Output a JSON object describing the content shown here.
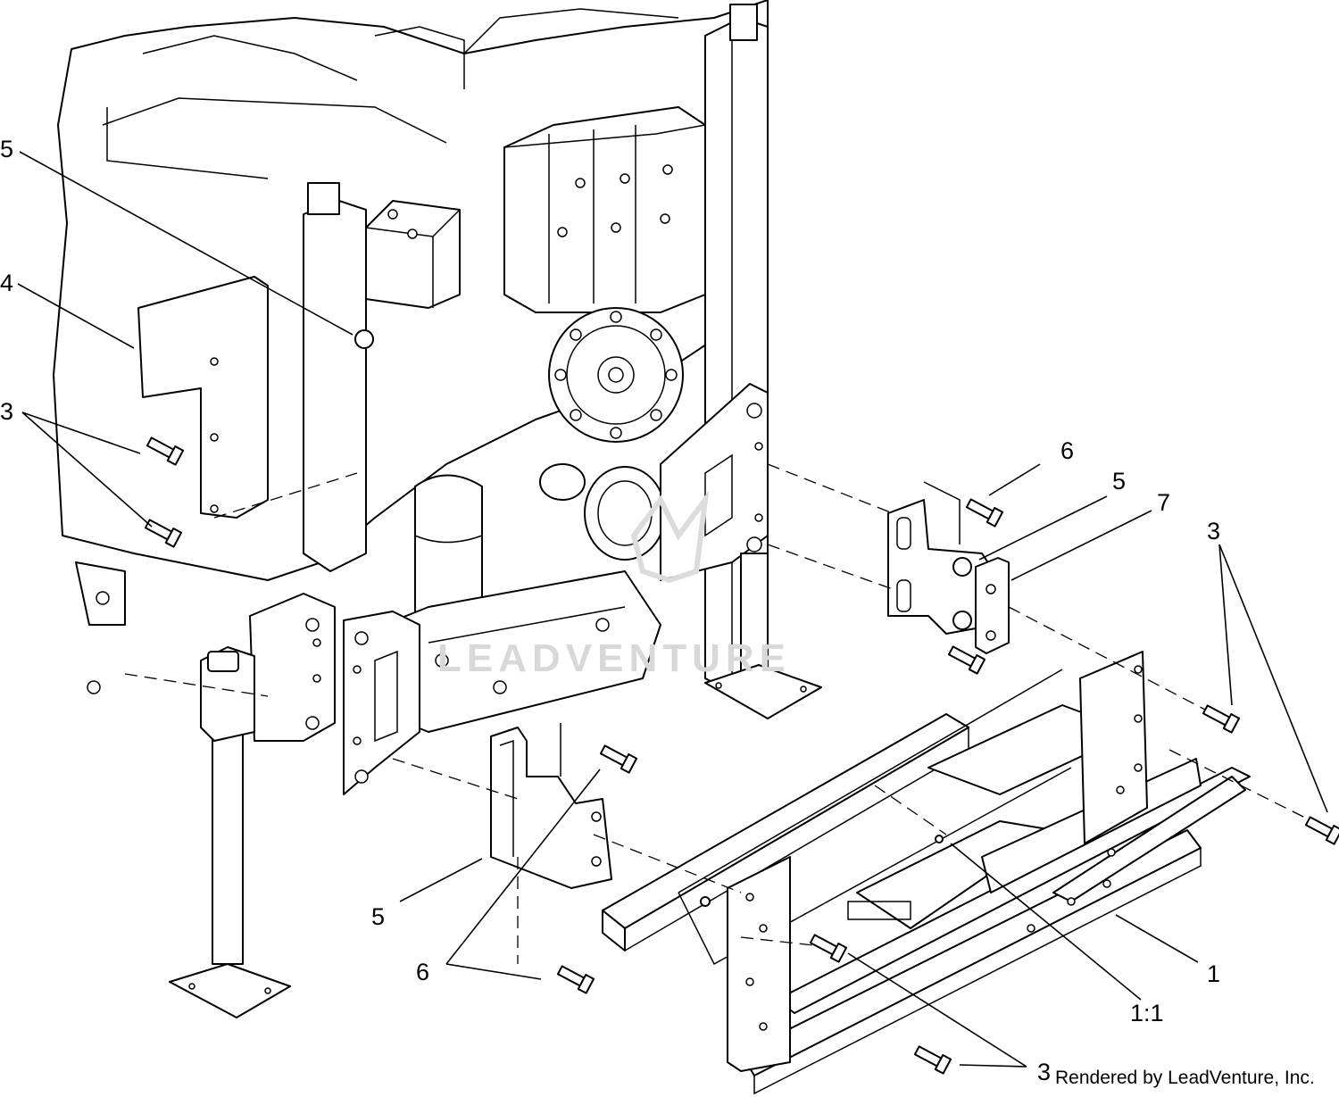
{
  "diagram": {
    "callouts": [
      "5",
      "4",
      "3",
      "6",
      "5",
      "7",
      "3",
      "5",
      "6",
      "1",
      "1:1",
      "3"
    ],
    "watermark": "LEADVENTURE",
    "credit": "Rendered by LeadVenture, Inc."
  }
}
